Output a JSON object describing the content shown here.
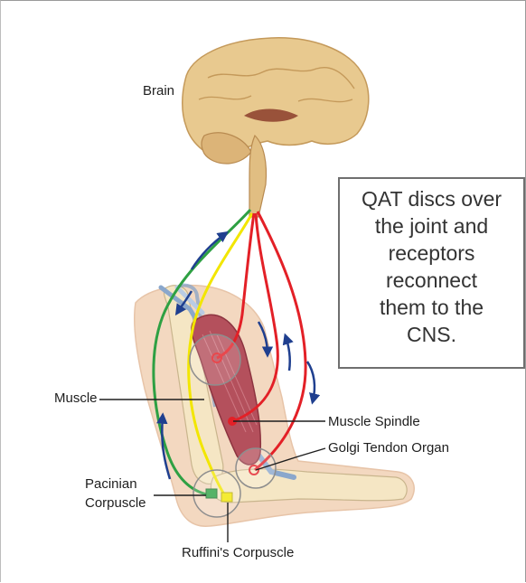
{
  "labels": {
    "brain": "Brain",
    "muscle": "Muscle",
    "muscle_spindle": "Muscle Spindle",
    "golgi_tendon_organ": "Golgi Tendon Organ",
    "pacinian_line1": "Pacinian",
    "pacinian_line2": "Corpuscle",
    "ruffini": "Ruffini's Corpuscle"
  },
  "callout": {
    "lines": [
      "QAT discs over",
      "the joint and",
      "receptors",
      "reconnect",
      "them to the",
      "CNS."
    ]
  },
  "colors": {
    "nerve_red": "#e32027",
    "nerve_green": "#2ea043",
    "nerve_yellow": "#f2e600",
    "arrow_blue": "#1f3f8f",
    "brain": "#e8c98f",
    "muscle": "#b4505c",
    "skin": "#f3d8c0",
    "bone": "#f5e6c4"
  }
}
